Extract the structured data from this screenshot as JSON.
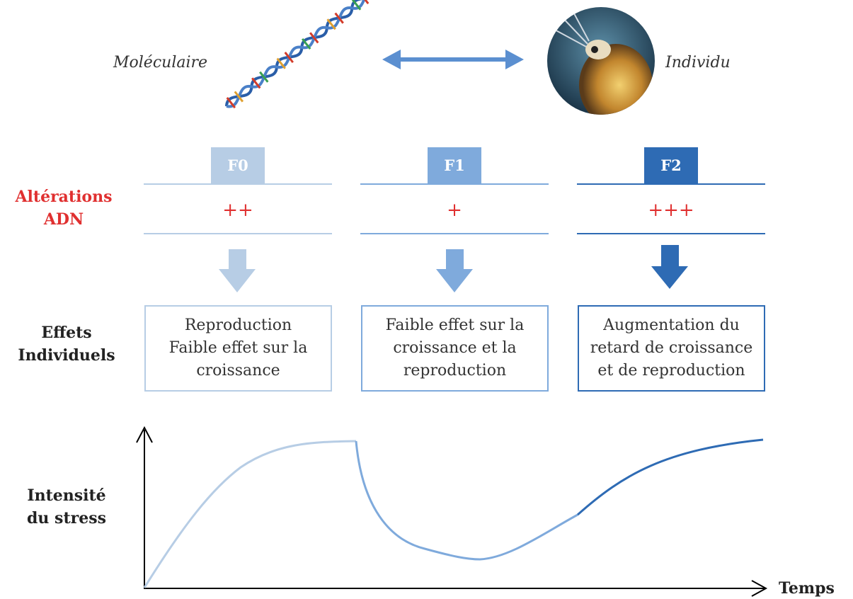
{
  "header": {
    "left_label": "Moléculaire",
    "right_label": "Individu"
  },
  "rows": {
    "alterations": {
      "line1": "Altérations",
      "line2": "ADN"
    },
    "effects": {
      "line1": "Effets",
      "line2": "Individuels"
    }
  },
  "generations": [
    {
      "label": "F0",
      "alteration": "++",
      "effect": [
        "Reproduction",
        "Faible effet sur la",
        "croissance"
      ],
      "color": "#b7cde5"
    },
    {
      "label": "F1",
      "alteration": "+",
      "effect": [
        "Faible effet sur la",
        "croissance et la",
        "reproduction"
      ],
      "color": "#7faadc"
    },
    {
      "label": "F2",
      "alteration": "+++",
      "effect": [
        "Augmentation du",
        "retard de croissance",
        "et de reproduction"
      ],
      "color": "#2e6bb4"
    }
  ],
  "axes": {
    "y_label_line1": "Intensité",
    "y_label_line2": "du stress",
    "x_label": "Temps"
  },
  "colors": {
    "red_label": "#e03030",
    "arrow_blue": "#5b8fd0"
  }
}
